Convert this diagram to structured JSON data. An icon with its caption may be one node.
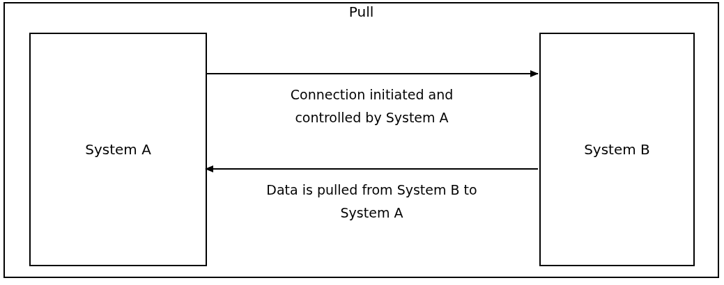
{
  "diagram": {
    "nodes": [
      {
        "text": [
          "Pull"
        ]
      },
      {
        "text": [
          "System A"
        ],
        "in": 0
      },
      {
        "text": [
          "System B"
        ],
        "in": 0
      }
    ],
    "edges": [
      {
        "from": 1,
        "to": 2,
        "arrow": "to",
        "label": "Connection initiated and controlled by System A"
      },
      {
        "from": 2,
        "to": 1,
        "arrow": "to",
        "label": "Data is pulled from System B to System A"
      }
    ]
  }
}
